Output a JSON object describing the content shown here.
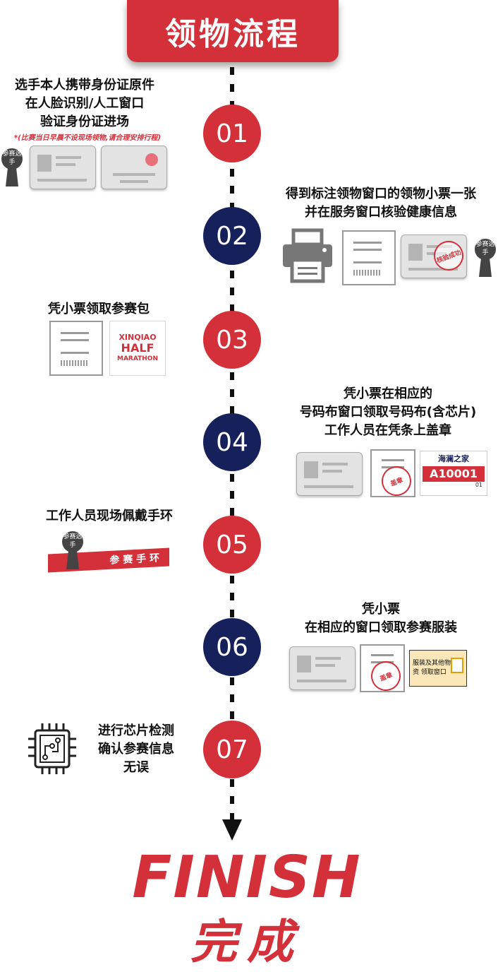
{
  "title": "领物流程",
  "steps": [
    {
      "number": "01",
      "line1": "选手本人携带身份证原件",
      "line2": "在人脸识别/人工窗口",
      "line3": "验证身份证进场",
      "note": "*(比赛当日早晨不设现场领物,请合理安排行程)"
    },
    {
      "number": "02",
      "line1": "得到标注领物窗口的领物小票一张",
      "line2": "并在服务窗口核验健康信息",
      "stamp": "核验成功"
    },
    {
      "number": "03",
      "line1": "凭小票领取参赛包",
      "pack_lines": [
        "XINQIAO",
        "HALF",
        "MARATHON"
      ]
    },
    {
      "number": "04",
      "line1": "凭小票在相应的",
      "line2": "号码布窗口领取号码布(含芯片)",
      "line3": "工作人员在凭条上盖章",
      "bib_brand": "海澜之家",
      "bib_number": "A10001",
      "bib_small": "01",
      "stamp": "盖章"
    },
    {
      "number": "05",
      "line1": "工作人员现场佩戴手环",
      "wristband": "参 赛 手 环"
    },
    {
      "number": "06",
      "line1": "凭小票",
      "line2": "在相应的窗口领取参赛服装",
      "stamp": "盖章",
      "sign": "服装及其他物资 领取窗口"
    },
    {
      "number": "07",
      "line1": "进行芯片检测",
      "line2": "确认参赛信息",
      "line3": "无误"
    }
  ],
  "participant_badge": "参赛选手",
  "finish_en": "FINISH",
  "finish_cn": "完成",
  "colors": {
    "red": "#d4303a",
    "navy": "#16215c"
  }
}
